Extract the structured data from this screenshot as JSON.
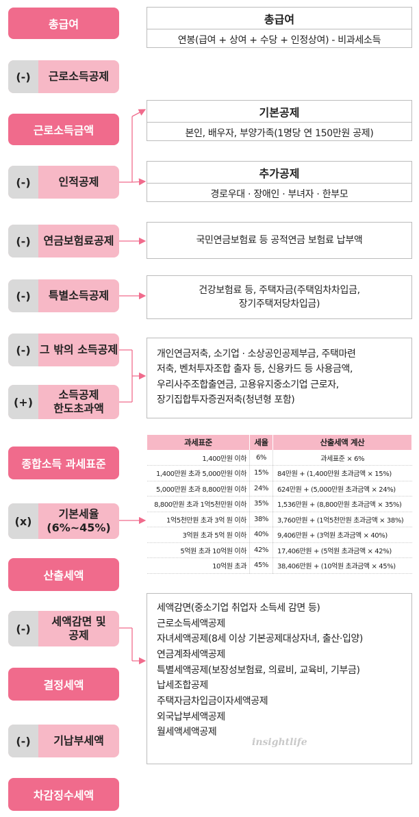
{
  "steps": {
    "gross_pay": "총급여",
    "earned_income_deduction": {
      "sign": "(-)",
      "label": "근로소득공제"
    },
    "earned_income_amount": "근로소득금액",
    "personal_deduction": {
      "sign": "(-)",
      "label": "인적공제"
    },
    "pension_deduction": {
      "sign": "(-)",
      "label": "연금보험료공제"
    },
    "special_deduction": {
      "sign": "(-)",
      "label": "특별소득공제"
    },
    "other_deduction": {
      "sign": "(-)",
      "label": "그 밖의 소득공제"
    },
    "deduction_excess": {
      "sign": "(+)",
      "label_l1": "소득공제",
      "label_l2": "한도초과액"
    },
    "tax_base": "종합소득 과세표준",
    "basic_rate": {
      "sign": "(x)",
      "label_l1": "기본세율",
      "label_l2": "(6%~45%)"
    },
    "computed_tax": "산출세액",
    "tax_reduction": {
      "sign": "(-)",
      "label_l1": "세액감면 및",
      "label_l2": "공제"
    },
    "determined_tax": "결정세액",
    "prepaid_tax": {
      "sign": "(-)",
      "label": "기납부세액"
    },
    "final_tax": "차감징수세액"
  },
  "boxes": {
    "gross_pay": {
      "title": "총급여",
      "body": "연봉(급여 + 상여 + 수당 + 인정상여) - 비과세소득"
    },
    "basic_deduction": {
      "title": "기본공제",
      "body": "본인, 배우자, 부양가족(1명당 연 150만원 공제)"
    },
    "additional_deduction": {
      "title": "추가공제",
      "body": "경로우대 · 장애인 · 부녀자 · 한부모"
    },
    "pension": "국민연금보험료 등 공적연금 보험료 납부액",
    "special": {
      "l1": "건강보험료 등, 주택자금(주택임차차입금,",
      "l2": "장기주택저당차입금)"
    },
    "other": {
      "l1": "개인연금저축, 소기업 · 소상공인공제부금, 주택마련",
      "l2": "저축, 벤처투자조합 출자 등, 신용카드 등 사용금액,",
      "l3": "우리사주조합출연금, 고용유지중소기업 근로자,",
      "l4": "장기집합투자증권저축(청년형 포함)"
    },
    "credits": [
      "세액감면(중소기업 취업자 소득세 감면 등)",
      "근로소득세액공제",
      "자녀세액공제(8세 이상 기본공제대상자녀, 출산·입양)",
      "연금계좌세액공제",
      "특별세액공제(보장성보험료, 의료비, 교육비, 기부금)",
      "납세조합공제",
      "주택자금차입금이자세액공제",
      "외국납부세액공제",
      "월세액세액공제"
    ]
  },
  "rate_table": {
    "headers": [
      "과세표준",
      "세율",
      "산출세액 계산"
    ],
    "rows": [
      [
        "1,400만원 이하",
        "6%",
        "과세표준 × 6%"
      ],
      [
        "1,400만원 초과 5,000만원 이하",
        "15%",
        "84만원 + (1,400만원 초과금액 × 15%)"
      ],
      [
        "5,000만원 초과 8,800만원 이하",
        "24%",
        "624만원 + (5,000만원 초과금액 × 24%)"
      ],
      [
        "8,800만원 초과 1억5천만원 이하",
        "35%",
        "1,536만원 + (8,800만원 초과금액 × 35%)"
      ],
      [
        "1억5천만원 초과 3억 원 이하",
        "38%",
        "3,760만원 + (1억5천만원 초과금액 × 38%)"
      ],
      [
        "3억원 초과 5억 원 이하",
        "40%",
        "9,406만원 + (3억원 초과금액 × 40%)"
      ],
      [
        "5억원 초과 10억원 이하",
        "42%",
        "17,406만원 + (5억원 초과금액 × 42%)"
      ],
      [
        "10억원 초과",
        "45%",
        "38,406만원 + (10억원 초과금액 × 45%)"
      ]
    ]
  },
  "logo_text": "insightlife",
  "colors": {
    "main": "#f06b8c",
    "operator": "#f7b8c6",
    "sign": "#d9d9d9",
    "arrow": "#f06b8c"
  }
}
